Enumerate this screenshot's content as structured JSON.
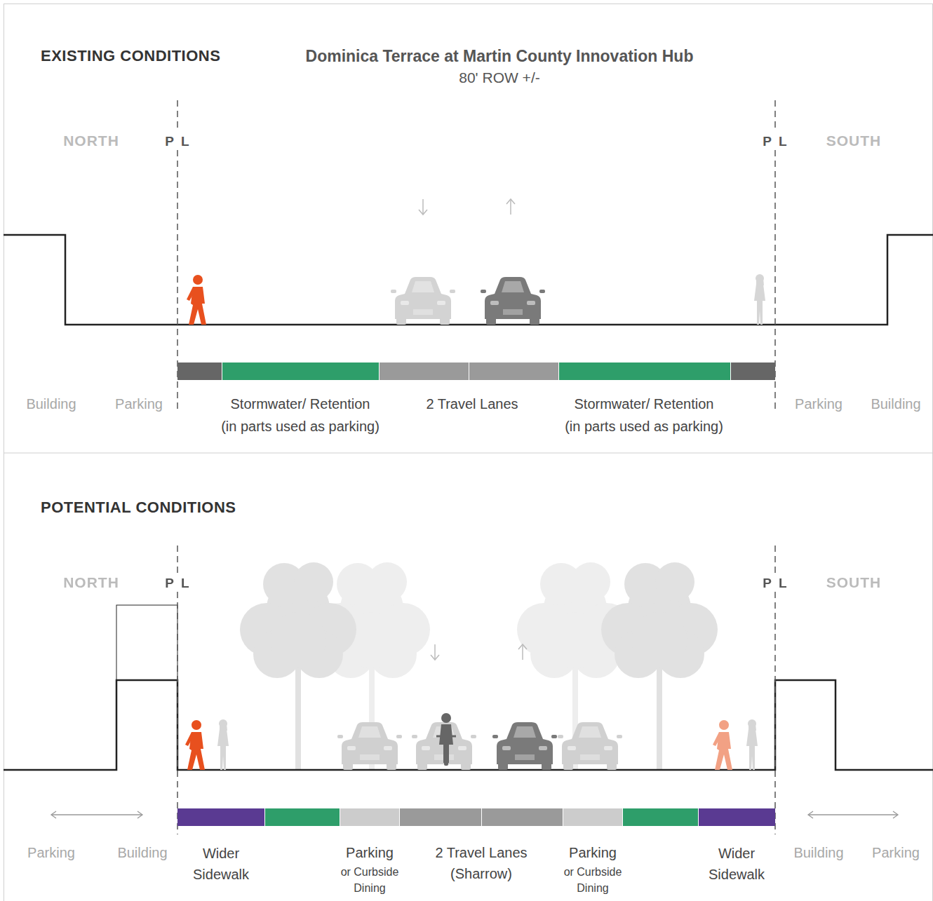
{
  "diagram": {
    "title": "Dominica Terrace at Martin County Innovation Hub",
    "labels": [
      "EXISTING CONDITIONS",
      "80' ROW +/-",
      "NORTH",
      "P",
      "L",
      "P",
      "L",
      "SOUTH",
      "Building",
      "Parking",
      "Stormwater/ Retention",
      "(in parts used as parking)",
      "2 Travel Lanes",
      "Stormwater/ Retention",
      "(in parts used as parking)",
      "Parking",
      "Building",
      "POTENTIAL CONDITIONS",
      "NORTH",
      "P",
      "L",
      "P",
      "L",
      "SOUTH",
      "Parking",
      "Building",
      "Wider Sidewalk",
      "Parking",
      "or Curbside Dining",
      "2 Travel Lanes",
      "(Sharrow)",
      "Parking",
      "or Curbside Dining",
      "Wider Sidewalk",
      "Building",
      "Parking"
    ]
  }
}
